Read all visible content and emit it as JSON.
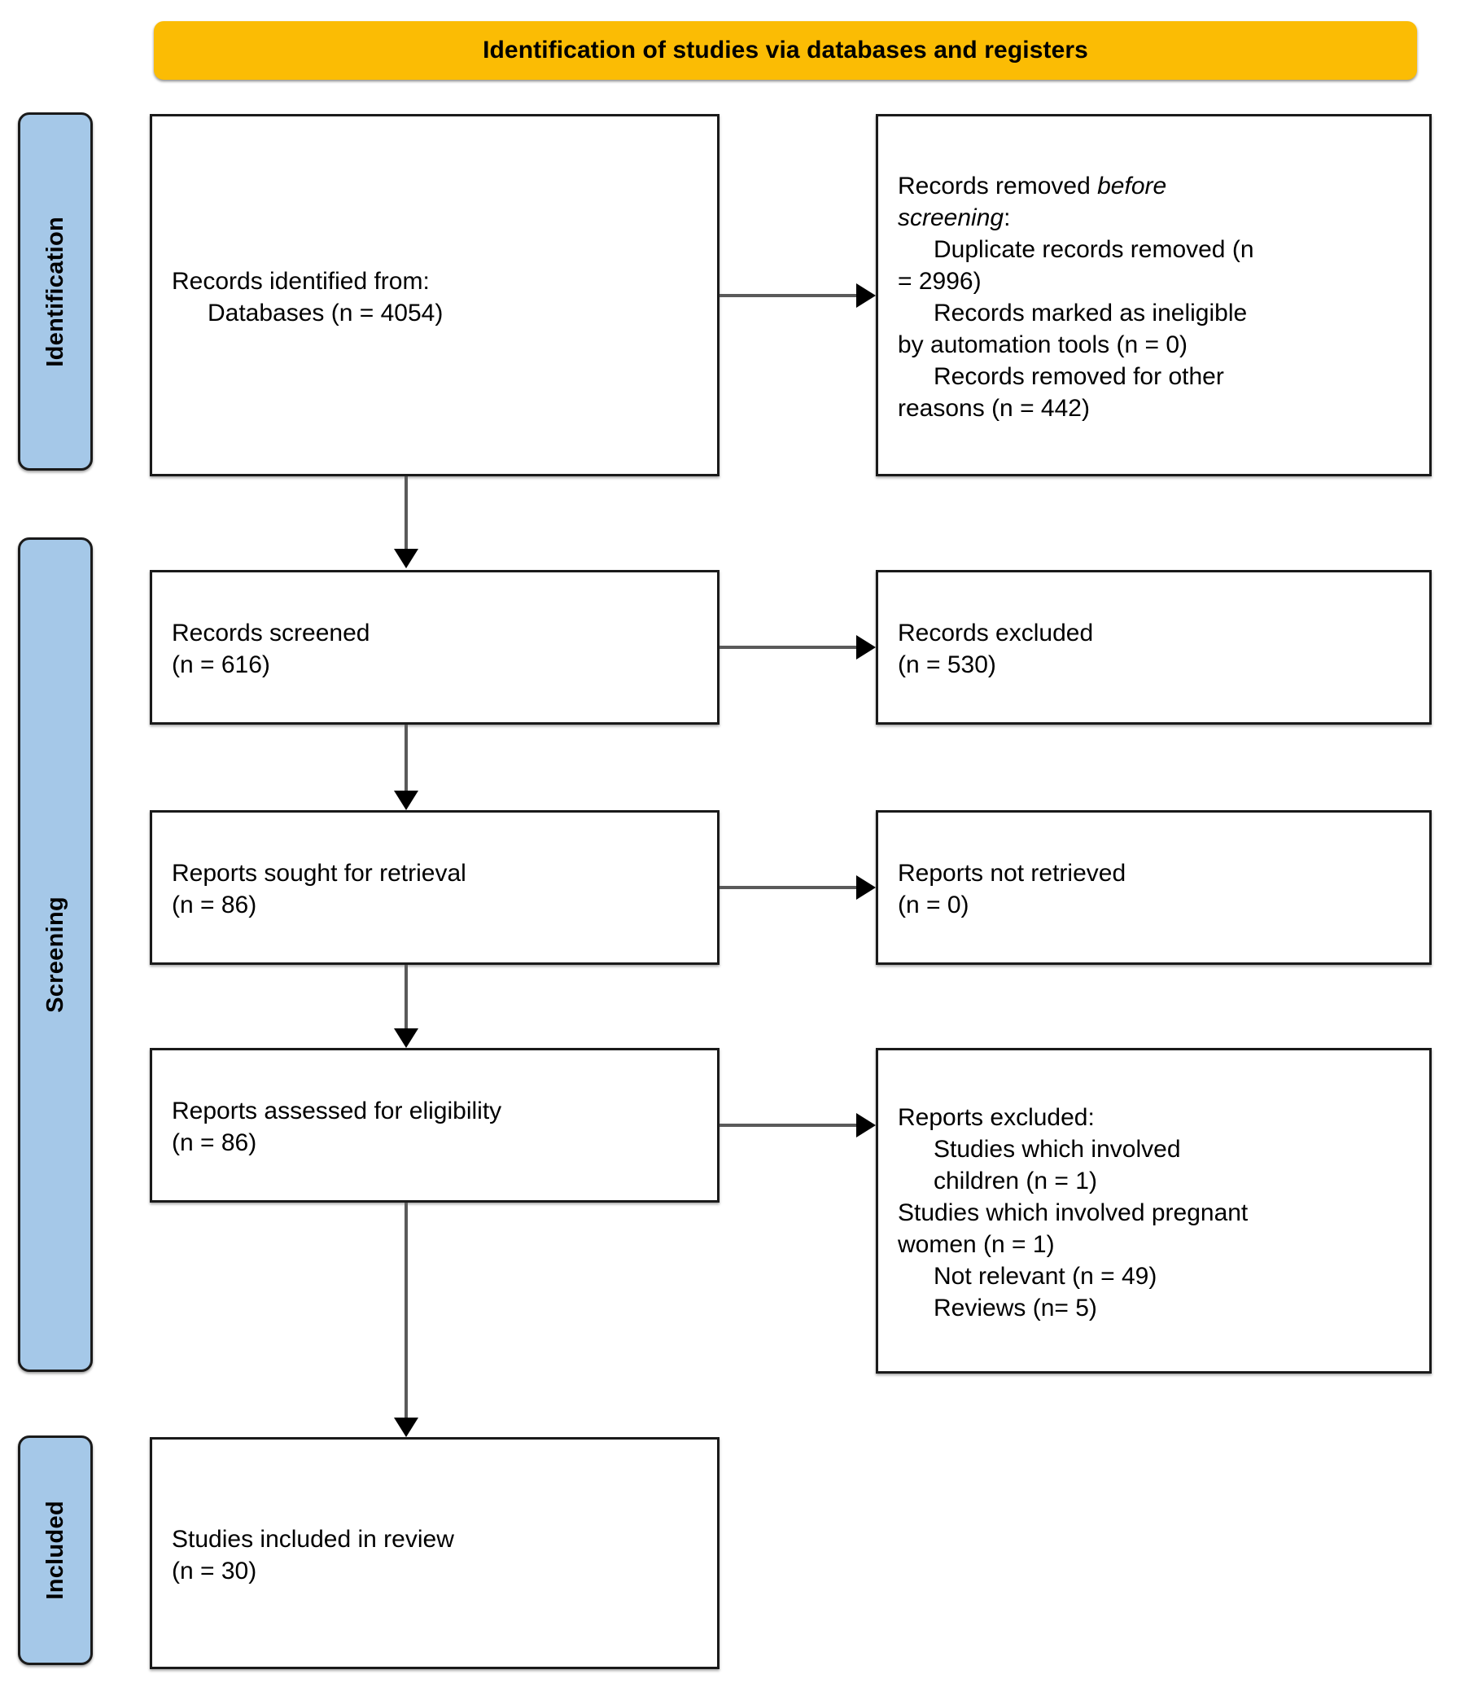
{
  "header": {
    "title": "Identification of studies via databases and registers",
    "background_color": "#fbbc04"
  },
  "phases": {
    "accent_color": "#a5c8e8",
    "items": [
      {
        "key": "identification",
        "label": "Identification"
      },
      {
        "key": "screening",
        "label": "Screening"
      },
      {
        "key": "included",
        "label": "Included"
      }
    ]
  },
  "boxes": {
    "records_identified": {
      "line1": "Records identified from:",
      "line2": "Databases (n = 4054)"
    },
    "records_removed": {
      "line1_a": "Records removed ",
      "line1_i": "before",
      "line2_i": "screening",
      "line2_a": ":",
      "line3": "Duplicate records removed (n",
      "line4": "= 2996)",
      "line5": "Records marked as ineligible",
      "line6": "by automation tools (n = 0)",
      "line7": "Records removed for other",
      "line8": "reasons (n = 442)"
    },
    "records_screened": {
      "line1": "Records screened",
      "line2": "(n = 616)"
    },
    "records_excluded": {
      "line1": "Records excluded",
      "line2": "(n = 530)"
    },
    "reports_sought": {
      "line1": "Reports sought for retrieval",
      "line2": "(n = 86)"
    },
    "reports_not_retrieved": {
      "line1": "Reports not retrieved",
      "line2": "(n = 0)"
    },
    "reports_assessed": {
      "line1": "Reports assessed for eligibility",
      "line2": "(n = 86)"
    },
    "reports_excluded": {
      "line1": "Reports excluded:",
      "line2": "Studies which involved",
      "line3": "children (n = 1)",
      "line4": "Studies which involved pregnant",
      "line5": "women (n = 1)",
      "line6": "Not relevant (n = 49)",
      "line7": "Reviews (n= 5)"
    },
    "studies_included": {
      "line1": "Studies included in review",
      "line2": "(n = 30)"
    }
  },
  "chart_data": {
    "type": "diagram",
    "title": "Identification of studies via databases and registers",
    "diagram_kind": "PRISMA 2020 flow diagram",
    "nodes": [
      {
        "id": "records_identified",
        "phase": "Identification",
        "label": "Records identified from: Databases",
        "n": 4054
      },
      {
        "id": "records_removed",
        "phase": "Identification",
        "label": "Records removed before screening",
        "items": [
          {
            "label": "Duplicate records removed",
            "n": 2996
          },
          {
            "label": "Records marked as ineligible by automation tools",
            "n": 0
          },
          {
            "label": "Records removed for other reasons",
            "n": 442
          }
        ]
      },
      {
        "id": "records_screened",
        "phase": "Screening",
        "label": "Records screened",
        "n": 616
      },
      {
        "id": "records_excluded",
        "phase": "Screening",
        "label": "Records excluded",
        "n": 530
      },
      {
        "id": "reports_sought",
        "phase": "Screening",
        "label": "Reports sought for retrieval",
        "n": 86
      },
      {
        "id": "reports_not_retrieved",
        "phase": "Screening",
        "label": "Reports not retrieved",
        "n": 0
      },
      {
        "id": "reports_assessed",
        "phase": "Screening",
        "label": "Reports assessed for eligibility",
        "n": 86
      },
      {
        "id": "reports_excluded",
        "phase": "Screening",
        "label": "Reports excluded",
        "items": [
          {
            "label": "Studies which involved children",
            "n": 1
          },
          {
            "label": "Studies which involved pregnant women",
            "n": 1
          },
          {
            "label": "Not relevant",
            "n": 49
          },
          {
            "label": "Reviews",
            "n": 5
          }
        ]
      },
      {
        "id": "studies_included",
        "phase": "Included",
        "label": "Studies included in review",
        "n": 30
      }
    ],
    "edges": [
      {
        "from": "records_identified",
        "to": "records_removed",
        "direction": "right"
      },
      {
        "from": "records_identified",
        "to": "records_screened",
        "direction": "down"
      },
      {
        "from": "records_screened",
        "to": "records_excluded",
        "direction": "right"
      },
      {
        "from": "records_screened",
        "to": "reports_sought",
        "direction": "down"
      },
      {
        "from": "reports_sought",
        "to": "reports_not_retrieved",
        "direction": "right"
      },
      {
        "from": "reports_sought",
        "to": "reports_assessed",
        "direction": "down"
      },
      {
        "from": "reports_assessed",
        "to": "reports_excluded",
        "direction": "right"
      },
      {
        "from": "reports_assessed",
        "to": "studies_included",
        "direction": "down"
      }
    ]
  }
}
